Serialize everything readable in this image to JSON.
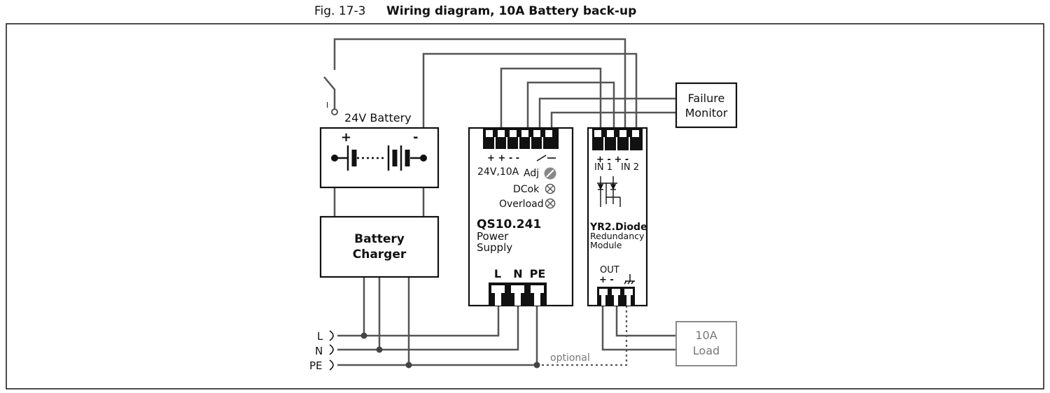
{
  "caption": {
    "fig": "Fig. 17-3",
    "title": "Wiring diagram, 10A Battery back-up"
  },
  "battery": {
    "label": "24V Battery",
    "plus": "+",
    "minus": "-"
  },
  "charger": {
    "line1": "Battery",
    "line2": "Charger"
  },
  "power_supply": {
    "terminal_labels": "+ + - -",
    "rating": "24V,10A",
    "adj": "Adj",
    "dcok": "DCok",
    "overload": "Overload",
    "model": "QS10.241",
    "desc1": "Power",
    "desc2": "Supply",
    "in_l": "L",
    "in_n": "N",
    "in_pe": "PE"
  },
  "redundancy": {
    "in_signs": "+  -   +  -",
    "in1": "IN 1",
    "in2": "IN 2",
    "model": "YR2.Diode",
    "desc1": "Redundancy",
    "desc2": "Module",
    "out": "OUT",
    "out_signs": "+  -"
  },
  "failure_monitor": {
    "line1": "Failure",
    "line2": "Monitor"
  },
  "load": {
    "line1": "10A",
    "line2": "Load"
  },
  "mains": {
    "l": "L",
    "n": "N",
    "pe": "PE"
  },
  "optional": "optional",
  "colors": {
    "wire": "#555555",
    "box": "#111111",
    "load_box": "#8a8a8a"
  }
}
